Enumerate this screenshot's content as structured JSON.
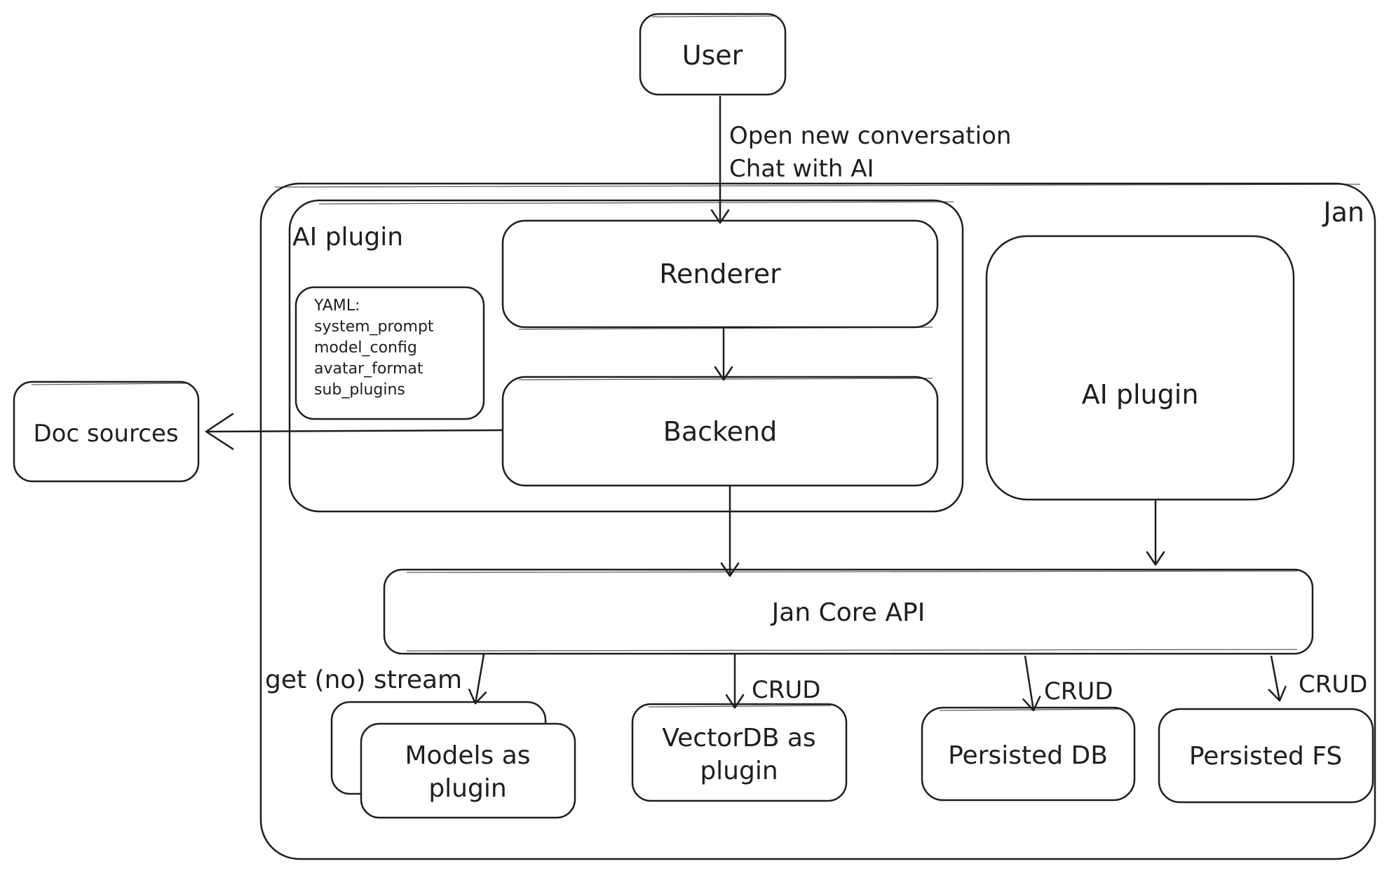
{
  "diagram": {
    "container_label": "Jan",
    "nodes": {
      "user": {
        "label": "User"
      },
      "ai_plugin_group": {
        "label": "AI plugin"
      },
      "yaml_note": {
        "lines": [
          "YAML:",
          "system_prompt",
          "model_config",
          "avatar_format",
          "sub_plugins"
        ]
      },
      "renderer": {
        "label": "Renderer"
      },
      "backend": {
        "label": "Backend"
      },
      "ai_plugin_box": {
        "label": "AI plugin"
      },
      "doc_sources": {
        "label": "Doc sources"
      },
      "jan_core_api": {
        "label": "Jan Core API"
      },
      "models_plugin": {
        "line1": "Models as",
        "line2": "plugin"
      },
      "vectordb_plugin": {
        "line1": "VectorDB as",
        "line2": "plugin"
      },
      "persisted_db": {
        "label": "Persisted DB"
      },
      "persisted_fs": {
        "label": "Persisted FS"
      }
    },
    "edges": {
      "user_to_renderer": {
        "line1": "Open new conversation",
        "line2": "Chat with AI"
      },
      "core_to_models": {
        "label": "get (no) stream"
      },
      "core_to_vectordb": {
        "label": "CRUD"
      },
      "core_to_persisted_db": {
        "label": "CRUD"
      },
      "core_to_persisted_fs": {
        "label": "CRUD"
      }
    },
    "colors": {
      "ink": "#1e1e1e",
      "background": "#ffffff"
    }
  }
}
